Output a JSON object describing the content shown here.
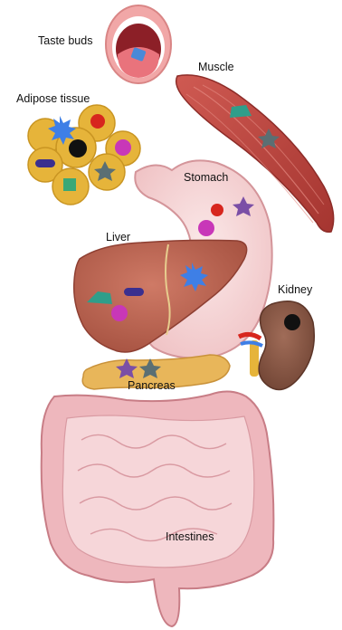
{
  "labels": {
    "taste_buds": "Taste buds",
    "muscle": "Muscle",
    "adipose": "Adipose tissue",
    "stomach": "Stomach",
    "liver": "Liver",
    "kidney": "Kidney",
    "pancreas": "Pancreas",
    "intestines": "Intestines"
  },
  "colors": {
    "red_circle": "#d7261e",
    "magenta_circle": "#c837b8",
    "purple_star": "#7b4fa6",
    "navy_capsule": "#3a2f8f",
    "teal_shape": "#2f9e8a",
    "grey_star": "#5b6f73",
    "blue_burst": "#3e7fe6",
    "black_circle": "#111111",
    "green_square": "#3aa876",
    "organ_pink": "#f2b7b9",
    "liver_brown": "#b8604e",
    "muscle_red": "#b9423d",
    "kidney_brown": "#8a5a48",
    "pancreas_tan": "#e8b65a",
    "adipose_yellow": "#e6b43a"
  }
}
